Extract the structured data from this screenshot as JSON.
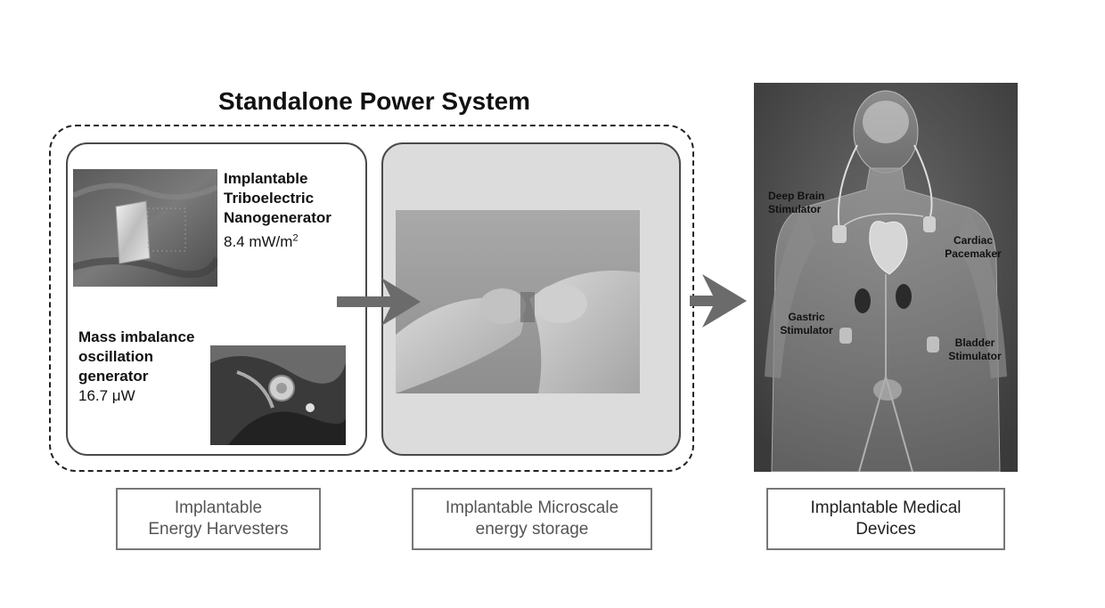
{
  "title": "Standalone Power System",
  "harvesters": {
    "teng": {
      "name_lines": [
        "Implantable",
        "Triboelectric",
        "Nanogenerator"
      ],
      "value": "8.4 mW/m",
      "value_sup": "2"
    },
    "mass": {
      "name_lines": [
        "Mass imbalance",
        "oscillation",
        "generator"
      ],
      "value": "16.7 μW"
    }
  },
  "captions": {
    "harvesters": [
      "Implantable",
      "Energy Harvesters"
    ],
    "storage": [
      "Implantable Microscale",
      "energy storage"
    ],
    "devices": [
      "Implantable Medical",
      "Devices"
    ]
  },
  "devices": {
    "brain": [
      "Deep Brain",
      "Stimulator"
    ],
    "cardiac": [
      "Cardiac",
      "Pacemaker"
    ],
    "gastric": [
      "Gastric",
      "Stimulator"
    ],
    "bladder": [
      "Bladder",
      "Stimulator"
    ]
  },
  "colors": {
    "arrow": "#6b6b6b",
    "frame": "#222222",
    "panel_mid_bg": "#dcdcdc",
    "body_bg": "#4a4a4a"
  }
}
